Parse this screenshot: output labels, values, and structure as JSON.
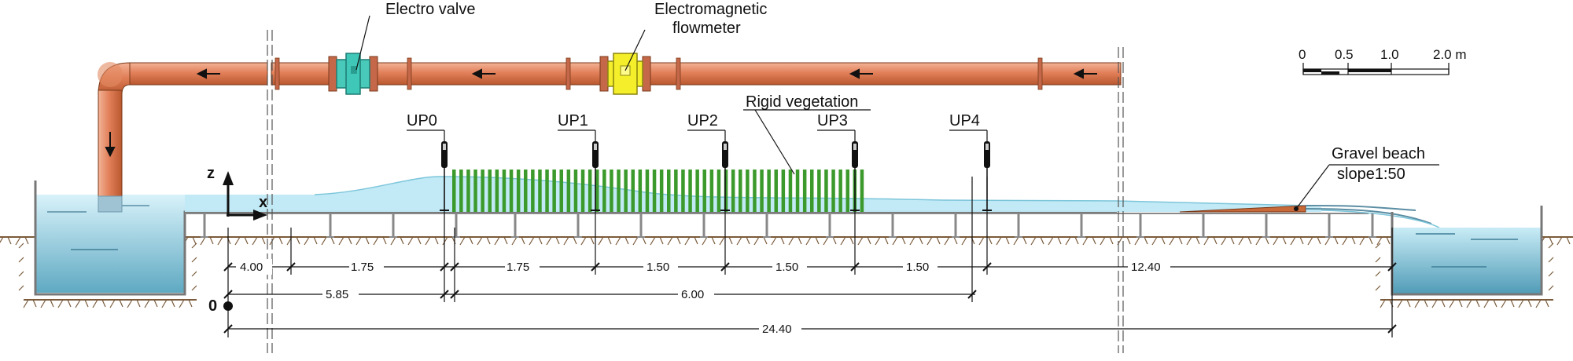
{
  "labels": {
    "electro_valve": "Electro valve",
    "flowmeter_line1": "Electromagnetic",
    "flowmeter_line2": "flowmeter",
    "rigid_vegetation": "Rigid vegetation",
    "gravel_beach_line1": "Gravel beach",
    "gravel_beach_line2": "slope1:50",
    "axis_z": "z",
    "axis_x": "x",
    "origin": "0"
  },
  "probes": [
    "UP0",
    "UP1",
    "UP2",
    "UP3",
    "UP4"
  ],
  "scale_bar": {
    "ticks": [
      "0",
      "0.5",
      "1.0",
      "2.0 m"
    ]
  },
  "dimensions": {
    "row1": [
      "4.00",
      "1.75",
      "1.75",
      "1.50",
      "1.50",
      "1.50",
      "12.40"
    ],
    "row2": [
      "5.85",
      "6.00"
    ],
    "row3": [
      "24.40"
    ]
  },
  "colors": {
    "pipe": "#e2805a",
    "water": "#bfe9f5",
    "tank_water": "#6fb7cf",
    "vegetation": "#3c9a2c",
    "valve": "#3fc7b8",
    "flowmeter": "#f4ef2a",
    "gravel": "#c8693a",
    "soil": "#7a5a3a"
  }
}
